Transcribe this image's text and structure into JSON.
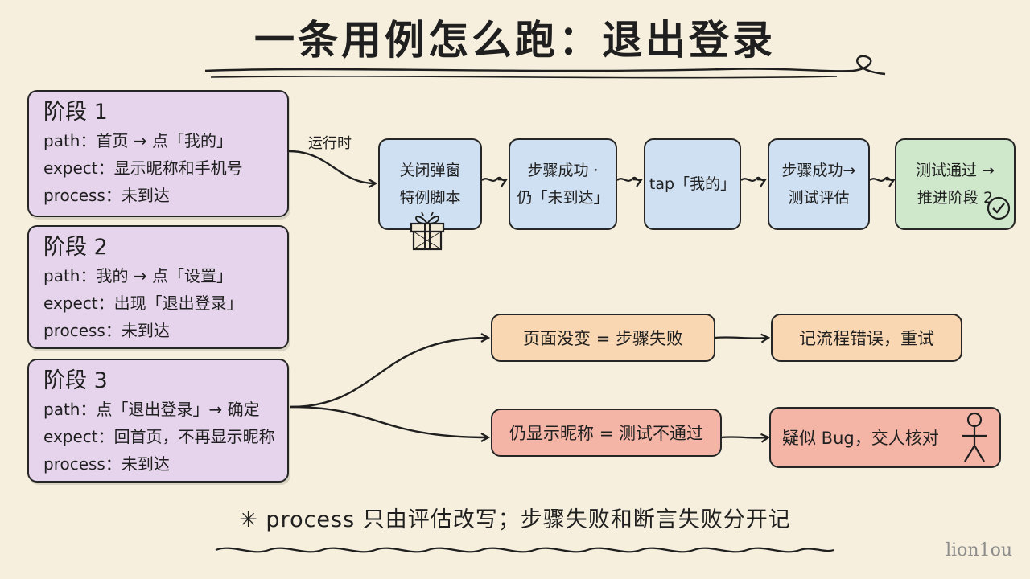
{
  "title": "一条用例怎么跑：退出登录",
  "stages": [
    {
      "title": "阶段 1",
      "path": "path：首页 → 点「我的」",
      "expect": "expect：显示昵称和手机号",
      "process": "process：未到达"
    },
    {
      "title": "阶段 2",
      "path": "path：我的 → 点「设置」",
      "expect": "expect：出现「退出登录」",
      "process": "process：未到达"
    },
    {
      "title": "阶段 3",
      "path": "path：点「退出登录」→ 确定",
      "expect": "expect：回首页，不再显示昵称",
      "process": "process：未到达"
    }
  ],
  "runtime_label": "运行时",
  "flow": [
    "关闭弹窗\n特例脚本",
    "步骤成功 ·\n仍「未到达」",
    "tap「我的」",
    "步骤成功→\n测试评估",
    "测试通过 →\n推进阶段 2"
  ],
  "outcomes": {
    "unchanged": "页面没变 = 步骤失败",
    "unchanged_action": "记流程错误，重试",
    "still_nickname": "仍显示昵称 = 测试不通过",
    "still_nickname_action": "疑似 Bug，交人核对"
  },
  "footnote": "✳ process 只由评估改写；步骤失败和断言失败分开记",
  "signature": "lion1ou",
  "icons": [
    "gift-icon",
    "check-circle-icon",
    "stick-figure-icon"
  ],
  "colors": {
    "stage": "#e6d4ec",
    "flow_blue": "#cfe0f2",
    "flow_green": "#cfe8cc",
    "outcome_orange": "#f9d7b2",
    "outcome_red": "#f4b5a7",
    "background": "#f6efdd"
  }
}
